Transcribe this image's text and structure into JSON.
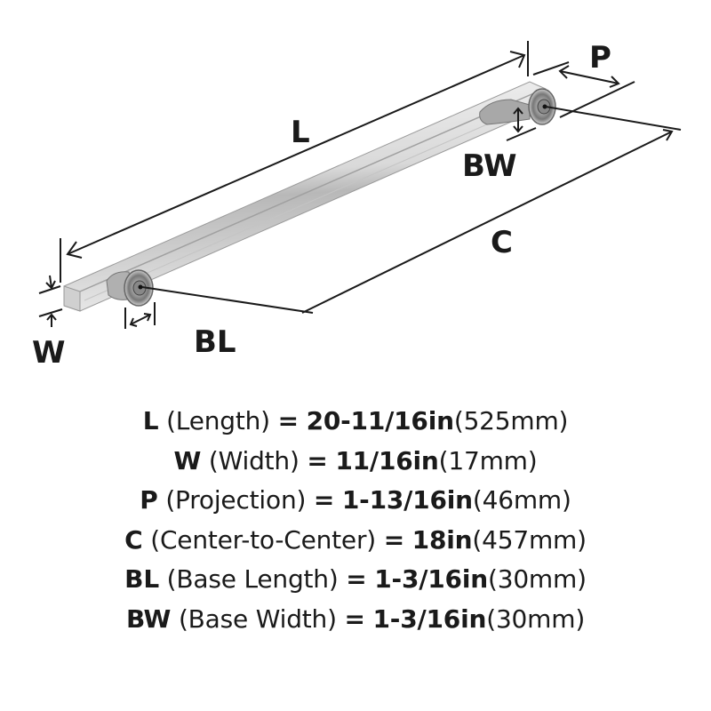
{
  "diagram": {
    "labels": {
      "L": "L",
      "W": "W",
      "P": "P",
      "C": "C",
      "BL": "BL",
      "BW": "BW"
    },
    "colors": {
      "line": "#1a1a1a",
      "bar_light": "#e6e6e6",
      "bar_mid": "#bdbdbd",
      "bar_dark": "#8a8a8a"
    }
  },
  "specs": [
    {
      "code": "L",
      "name": "(Length)",
      "eq": "=",
      "imperial": "20-11/16in",
      "metric": "(525mm)"
    },
    {
      "code": "W",
      "name": "(Width)",
      "eq": "=",
      "imperial": "11/16in",
      "metric": "(17mm)"
    },
    {
      "code": "P",
      "name": "(Projection)",
      "eq": "=",
      "imperial": "1-13/16in",
      "metric": "(46mm)"
    },
    {
      "code": "C",
      "name": "(Center-to-Center)",
      "eq": "=",
      "imperial": "18in",
      "metric": "(457mm)"
    },
    {
      "code": "BL",
      "name": "(Base Length)",
      "eq": "=",
      "imperial": "1-3/16in",
      "metric": "(30mm)"
    },
    {
      "code": "BW",
      "name": "(Base Width)",
      "eq": "=",
      "imperial": "1-3/16in",
      "metric": "(30mm)"
    }
  ]
}
